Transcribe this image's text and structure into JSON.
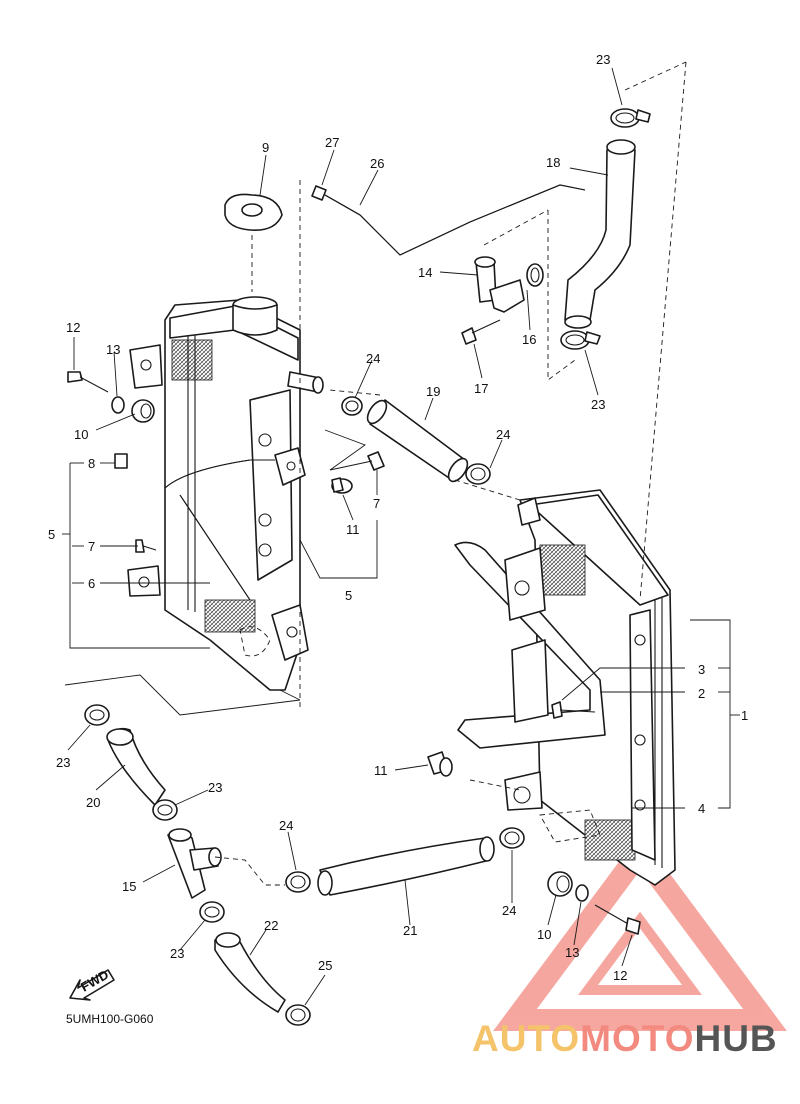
{
  "diagram": {
    "callouts": [
      "1",
      "2",
      "3",
      "4",
      "5",
      "5",
      "6",
      "7",
      "7",
      "8",
      "9",
      "10",
      "10",
      "11",
      "11",
      "12",
      "12",
      "13",
      "13",
      "14",
      "15",
      "16",
      "17",
      "18",
      "19",
      "20",
      "21",
      "22",
      "23",
      "23",
      "23",
      "23",
      "23",
      "24",
      "24",
      "24",
      "24",
      "25",
      "26",
      "27"
    ],
    "part_code": "5UMH100-G060",
    "fwd_label": "FWD"
  },
  "watermark": {
    "part_a": "AUTO",
    "part_b": "MOTO",
    "part_c": "HUB",
    "colors": {
      "auto": "#f4c36a",
      "moto": "#f28a80",
      "hub": "#555555",
      "triangle": "#f28a80"
    }
  }
}
